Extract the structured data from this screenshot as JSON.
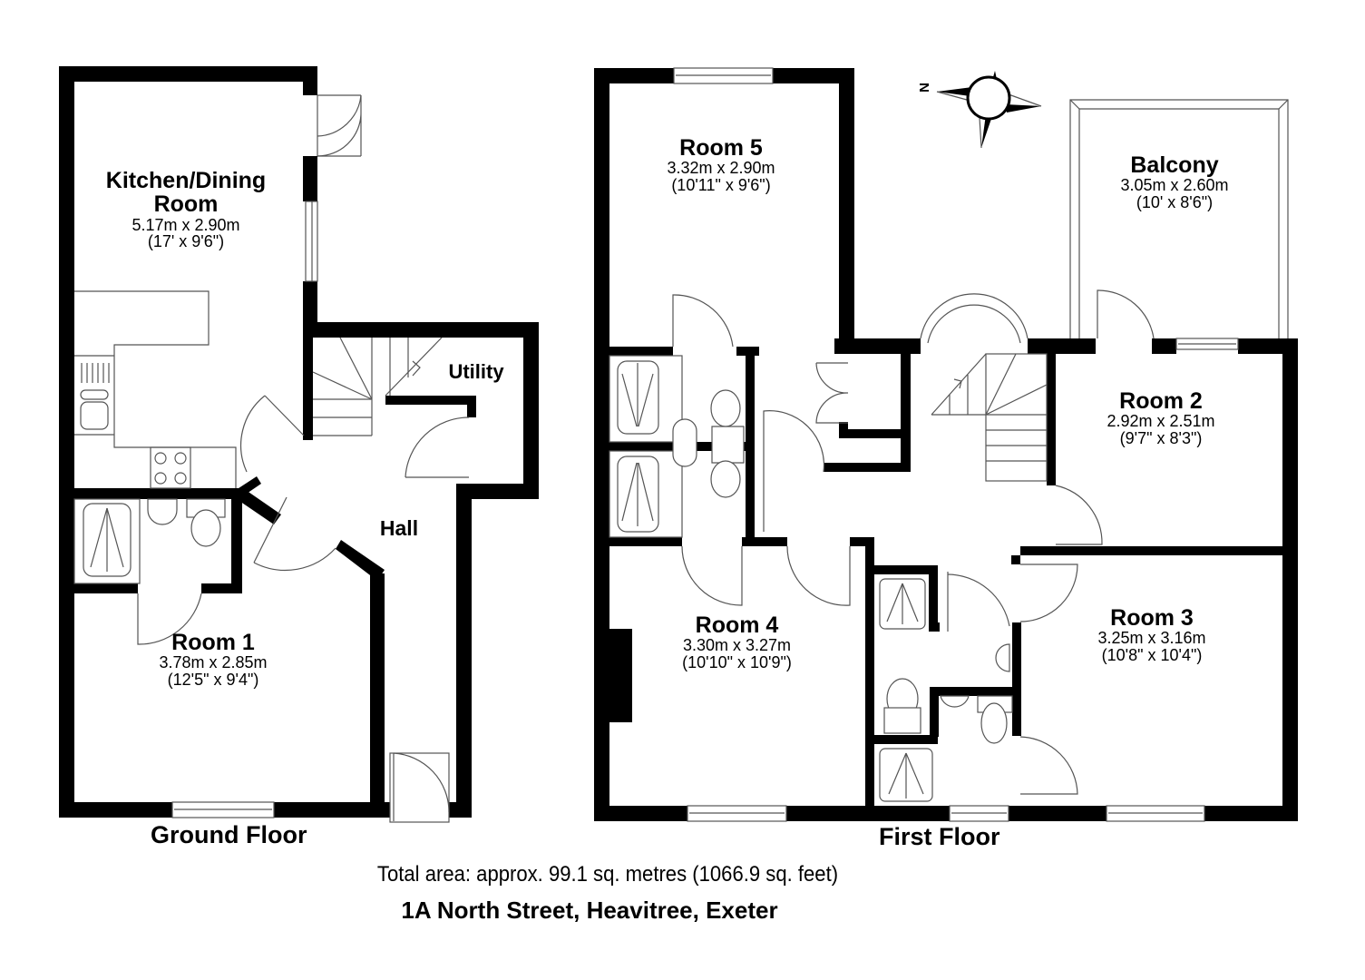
{
  "plan": {
    "address": "1A North Street, Heavitree, Exeter",
    "total_area": "Total area: approx. 99.1 sq. metres (1066.9 sq. feet)",
    "compass": {
      "icon": "compass-rose-icon",
      "label": "N"
    }
  },
  "ground_floor": {
    "title": "Ground Floor",
    "rooms": [
      {
        "name": "Kitchen/Dining",
        "name2": "Room",
        "metric": "5.17m x 2.90m",
        "imperial": "(17' x 9'6\")"
      },
      {
        "name": "Utility"
      },
      {
        "name": "Hall"
      },
      {
        "name": "Room 1",
        "metric": "3.78m x 2.85m",
        "imperial": "(12'5\" x 9'4\")"
      }
    ]
  },
  "first_floor": {
    "title": "First Floor",
    "rooms": [
      {
        "name": "Room 5",
        "metric": "3.32m x 2.90m",
        "imperial": "(10'11\" x 9'6\")"
      },
      {
        "name": "Balcony",
        "metric": "3.05m x 2.60m",
        "imperial": "(10' x 8'6\")"
      },
      {
        "name": "Room 2",
        "metric": "2.92m x 2.51m",
        "imperial": "(9'7\" x 8'3\")"
      },
      {
        "name": "Room 4",
        "metric": "3.30m x 3.27m",
        "imperial": "(10'10\" x 10'9\")"
      },
      {
        "name": "Room 3",
        "metric": "3.25m x 3.16m",
        "imperial": "(10'8\" x 10'4\")"
      }
    ]
  }
}
